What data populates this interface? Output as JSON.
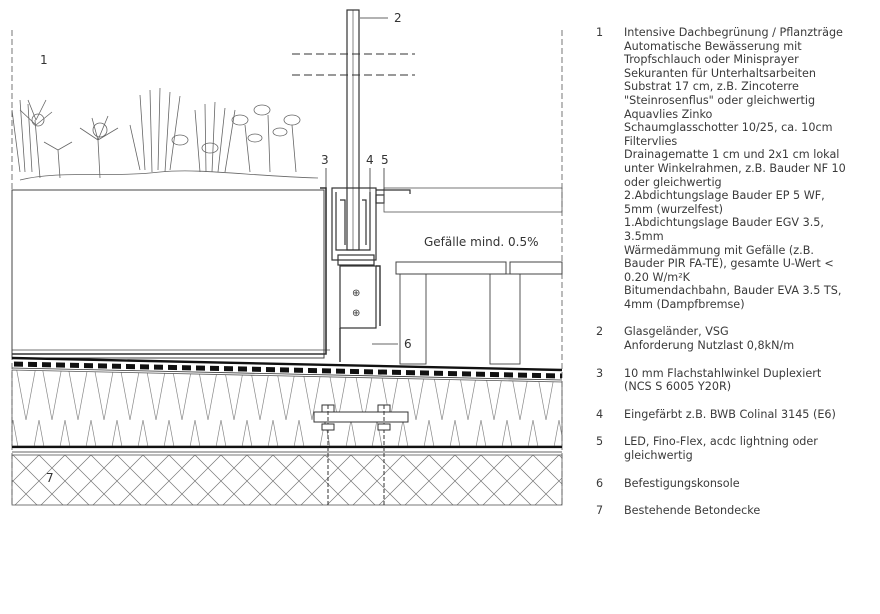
{
  "drawing": {
    "callouts": [
      "1",
      "2",
      "3",
      "4",
      "5",
      "6",
      "7"
    ],
    "slope_label": "Gefälle mind. 0.5%"
  },
  "legend": [
    {
      "num": "1",
      "lines": [
        "Intensive Dachbegrünung / Pflanzträge",
        "Automatische Bewässerung mit",
        "Tropfschlauch oder Minisprayer",
        "Sekuranten für Unterhaltsarbeiten",
        "Substrat 17 cm, z.B. Zincoterre",
        "\"Steinrosenflus\" oder gleichwertig",
        "Aquavlies Zinko",
        "Schaumglasschotter 10/25, ca. 10cm",
        "Filtervlies",
        "Drainagematte 1 cm und 2x1 cm lokal",
        "unter Winkelrahmen, z.B. Bauder NF 10",
        "oder gleichwertig",
        "2.Abdichtungslage Bauder EP 5 WF,",
        "5mm (wurzelfest)",
        "1.Abdichtungslage Bauder EGV 3.5,",
        "3.5mm",
        "Wärmedämmung mit Gefälle (z.B.",
        "Bauder PIR FA-TE), gesamte U-Wert <",
        "0.20 W/m²K",
        "Bitumendachbahn, Bauder EVA 3.5 TS,",
        "4mm (Dampfbremse)"
      ]
    },
    {
      "num": "2",
      "lines": [
        "Glasgeländer, VSG",
        "Anforderung Nutzlast 0,8kN/m"
      ]
    },
    {
      "num": "3",
      "lines": [
        "10 mm Flachstahlwinkel Duplexiert",
        "(NCS S 6005 Y20R)"
      ]
    },
    {
      "num": "4",
      "lines": [
        "Eingefärbt z.B. BWB Colinal 3145 (E6)"
      ]
    },
    {
      "num": "5",
      "lines": [
        "LED, Fino-Flex, acdc lightning oder",
        "gleichwertig"
      ]
    },
    {
      "num": "6",
      "lines": [
        "Befestigungskonsole"
      ]
    },
    {
      "num": "7",
      "lines": [
        "Bestehende Betondecke"
      ]
    }
  ]
}
